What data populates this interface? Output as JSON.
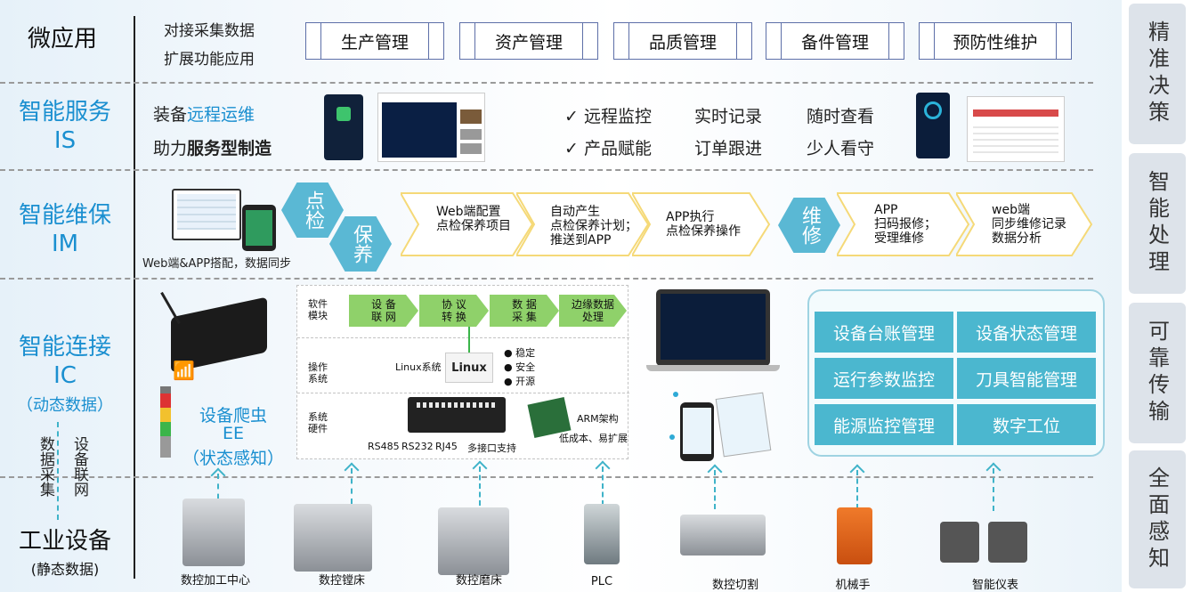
{
  "levels": {
    "micro": "微应用",
    "is_cn": "智能服务",
    "is_en": "IS",
    "im_cn": "智能维保",
    "im_en": "IM",
    "ic_cn": "智能连接",
    "ic_en": "IC",
    "ic_sub": "（动态数据）",
    "industrial": "工业设备",
    "industrial_sub": "(静态数据)",
    "data_collect": "数据采集",
    "device_net": "设备联网"
  },
  "micro_app": {
    "line1": "对接采集数据",
    "line2": "扩展功能应用",
    "boxes": [
      "生产管理",
      "资产管理",
      "品质管理",
      "备件管理",
      "预防性维护"
    ]
  },
  "service": {
    "line1_prefix": "装备",
    "line1_highlight": "远程运维",
    "line2_prefix": "助力",
    "line2_bold": "服务型制造",
    "checks": [
      "远程监控",
      "产品赋能"
    ],
    "col2": [
      "实时记录",
      "订单跟进"
    ],
    "col3": [
      "随时查看",
      "少人看守"
    ]
  },
  "maintenance": {
    "caption": "Web端&APP搭配，数据同步",
    "hex_inspect": "点检",
    "hex_maint": "保养",
    "hex_repair": "维修",
    "chevrons": [
      "Web端配置\n点检保养项目",
      "自动产生\n点检保养计划；\n推送到APP",
      "APP执行\n点检保养操作",
      "APP\n扫码报修；\n受理维修",
      "web端\n同步维修记录\n数据分析"
    ]
  },
  "connect": {
    "ee_title": "设备爬虫",
    "ee_code": "EE",
    "ee_sub": "（状态感知）",
    "rows": [
      "软件模块",
      "操作系统",
      "系统硬件"
    ],
    "flow": [
      "设 备\n联 网",
      "协 议\n转 换",
      "数 据\n采 集",
      "边缘数据\n处理"
    ],
    "linux_label": "Linux系统",
    "linux_logo": "Linux",
    "bullets": [
      "稳定",
      "安全",
      "开源"
    ],
    "ports": [
      "RS485",
      "RS232",
      "RJ45",
      "多接口支持"
    ],
    "arm_title": "ARM架构",
    "arm_sub": "低成本、易扩展",
    "grid": [
      "设备台账管理",
      "设备状态管理",
      "运行参数监控",
      "刀具智能管理",
      "能源监控管理",
      "数字工位"
    ]
  },
  "equipment": [
    "数控加工中心",
    "数控镗床",
    "数控磨床",
    "PLC",
    "数控切割",
    "机械手",
    "智能仪表"
  ],
  "side_labels": [
    "精准决策",
    "智能处理",
    "可靠传输",
    "全面感知"
  ],
  "colors": {
    "accent": "#1a8fd0",
    "teal": "#4bb7cf",
    "hex": "#5ab8d4",
    "chevron_border": "#f5d978",
    "flow_green": "#8fd16a"
  }
}
